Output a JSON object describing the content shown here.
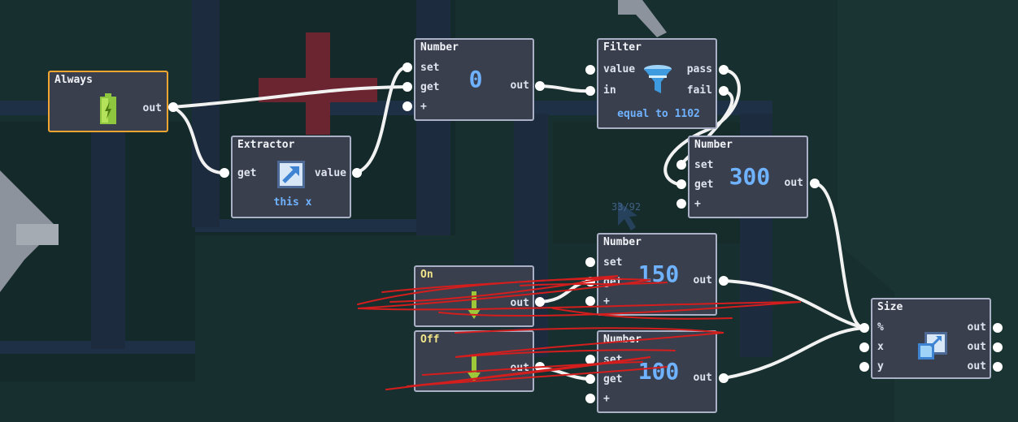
{
  "nodes": {
    "always": {
      "title": "Always",
      "ports": {
        "out": "out"
      },
      "icon": "battery-icon"
    },
    "extractor": {
      "title": "Extractor",
      "ports": {
        "get": "get",
        "value": "value"
      },
      "subtitle": "this x",
      "icon": "extract-arrow-icon"
    },
    "number0": {
      "title": "Number",
      "ports": {
        "set": "set",
        "get": "get",
        "plus": "+",
        "out": "out"
      },
      "value": "0"
    },
    "filter": {
      "title": "Filter",
      "ports": {
        "value": "value",
        "in": "in",
        "pass": "pass",
        "fail": "fail"
      },
      "subtitle": "equal to 1102",
      "icon": "funnel-icon"
    },
    "number300": {
      "title": "Number",
      "ports": {
        "set": "set",
        "get": "get",
        "plus": "+",
        "out": "out"
      },
      "value": "300"
    },
    "number150": {
      "title": "Number",
      "ports": {
        "set": "set",
        "get": "get",
        "plus": "+",
        "out": "out"
      },
      "value": "150"
    },
    "number100": {
      "title": "Number",
      "ports": {
        "set": "set",
        "get": "get",
        "plus": "+",
        "out": "out"
      },
      "value": "100"
    },
    "on": {
      "title": "On",
      "ports": {
        "out": "out"
      },
      "icon": "down-arrow-icon"
    },
    "off": {
      "title": "Off",
      "ports": {
        "out": "out"
      },
      "icon": "down-arrow-icon"
    },
    "size": {
      "title": "Size",
      "ports": {
        "percent": "%",
        "x": "x",
        "y": "y",
        "out1": "out",
        "out2": "out",
        "out3": "out"
      },
      "icon": "resize-icon"
    }
  },
  "cursor_label": "33/92",
  "colors": {
    "background": "#17302f",
    "node_fill": "#3a3f4d",
    "node_border": "#aab0c6",
    "selected_border": "#f3a531",
    "value_text": "#6fb2ff",
    "wire": "#f2f2f2",
    "scribble": "#d41e1e"
  }
}
